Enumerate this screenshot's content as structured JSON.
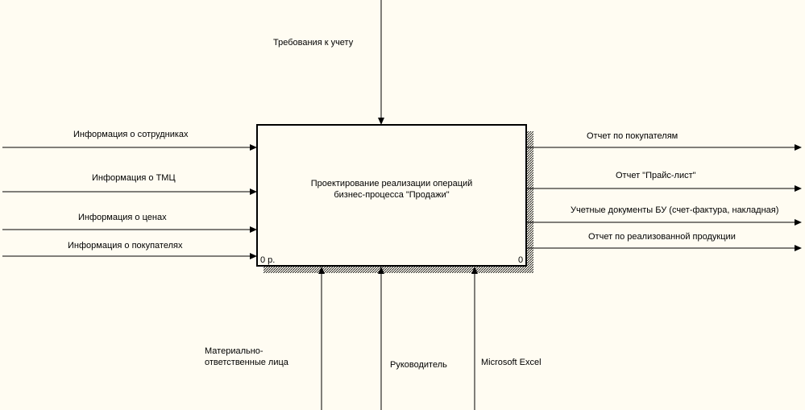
{
  "activity": {
    "title_line1": "Проектирование реализации операций",
    "title_line2": "бизнес-процесса \"Продажи\"",
    "cost": "0 р.",
    "number": "0"
  },
  "controls": [
    {
      "label": "Требования к учету"
    }
  ],
  "inputs": [
    {
      "label": "Информация о сотрудниках"
    },
    {
      "label": "Информация о ТМЦ"
    },
    {
      "label": "Информация о ценах"
    },
    {
      "label": "Информация о покупателях"
    }
  ],
  "outputs": [
    {
      "label": "Отчет по покупателям"
    },
    {
      "label": "Отчет \"Прайс-лист\""
    },
    {
      "label": "Учетные документы БУ (счет-фактура, накладная)"
    },
    {
      "label": "Отчет по реализованной продукции"
    }
  ],
  "mechanisms": [
    {
      "label": "Материально-ответственные лица"
    },
    {
      "label": "Руководитель"
    },
    {
      "label": "Microsoft Excel"
    }
  ]
}
